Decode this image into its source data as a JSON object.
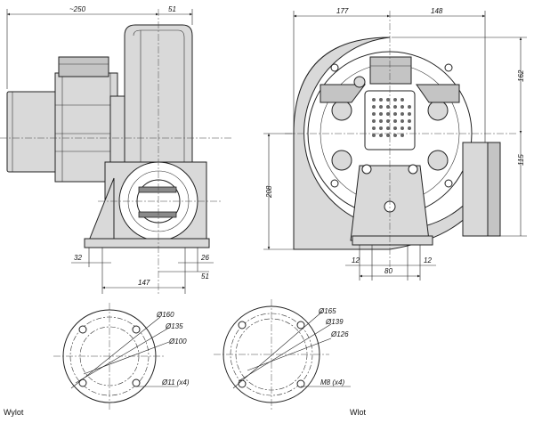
{
  "side_view": {
    "dim_width_top": "~250",
    "dim_motor_offset": "51",
    "dim_foot_left": "32",
    "dim_foot_right_a": "26",
    "dim_foot_right_b": "51",
    "dim_foot_span": "147"
  },
  "front_view": {
    "dim_left_top": "177",
    "dim_right_top": "148",
    "dim_height_upper": "162",
    "dim_outlet_height": "115",
    "dim_shaft_height": "208",
    "dim_foot_left": "12",
    "dim_foot_mid": "80",
    "dim_foot_right": "12"
  },
  "flange_inlet": {
    "label": "Wylot",
    "d_outer": "Ø160",
    "d_bolt_circle": "Ø135",
    "d_inner": "Ø100",
    "holes": "Ø11 (x4)"
  },
  "flange_outlet": {
    "label": "Wlot",
    "d_outer": "Ø165",
    "d_bolt_circle": "Ø139",
    "d_inner": "Ø126",
    "holes": "M8 (x4)"
  }
}
